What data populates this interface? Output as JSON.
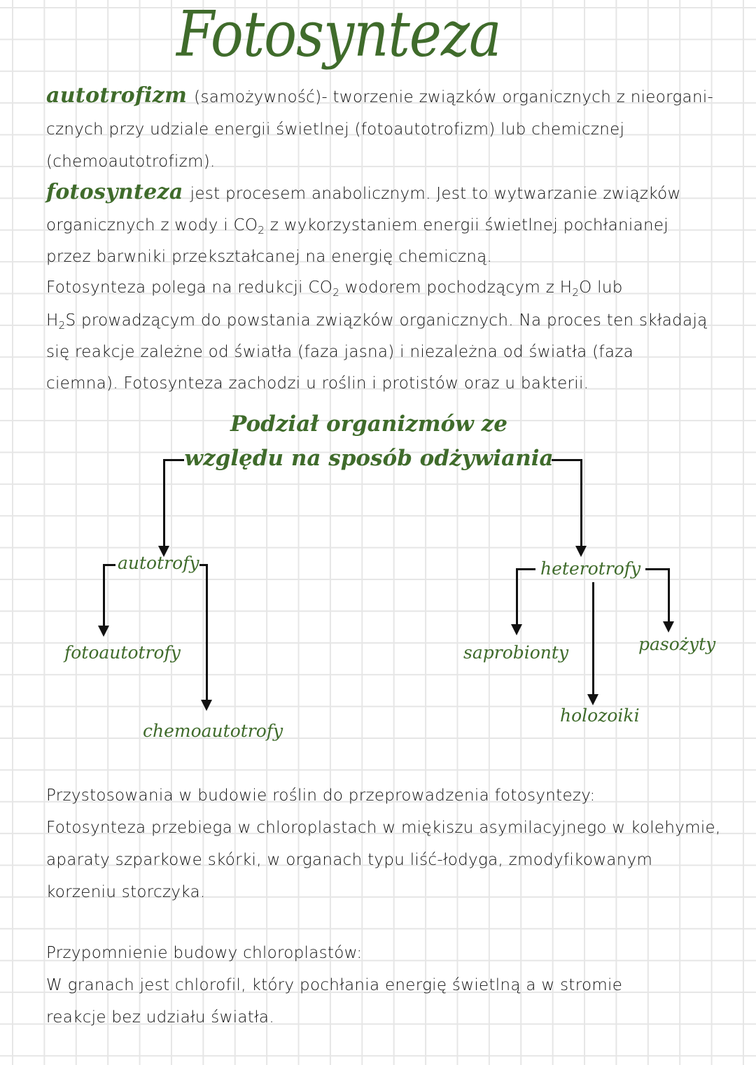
{
  "title": "Fotosynteza",
  "definitions": {
    "autotrofizm": {
      "term": "autotrofizm",
      "line1": "(samożywność)- tworzenie związków organicznych z nieorgani-",
      "line2": "cznych przy udziale energii świetlnej (fotoautotrofizm) lub chemicznej",
      "line3": "(chemoautotrofizm)."
    },
    "fotosynteza": {
      "term": "fotosynteza",
      "line1": "jest procesem anabolicznym. Jest to wytwarzanie związków",
      "line2_a": "organicznych z wody i CO",
      "line2_sub": "2",
      "line2_b": " z wykorzystaniem energii świetlnej pochłanianej",
      "line3": "przez barwniki przekształcanej na energię chemiczną."
    }
  },
  "paragraph": {
    "line1_a": "Fotosynteza polega na redukcji CO",
    "line1_sub1": "2",
    "line1_b": " wodorem pochodzącym z H",
    "line1_sub2": "2",
    "line1_c": "O lub",
    "line2_a": "H",
    "line2_sub": "2",
    "line2_b": "S prowadzącym do powstania związków organicznych. Na proces ten składają",
    "line3": "się reakcje zależne od światła (faza jasna) i niezależna od światła (faza",
    "line4": "ciemna). Fotosynteza zachodzi u roślin i protistów oraz u bakterii."
  },
  "diagram": {
    "heading_line1": "Podział organizmów ze",
    "heading_line2": "względu na sposób odżywiania",
    "nodes": {
      "autotrofy": "autotrofy",
      "fotoautotrofy": "fotoautotrofy",
      "chemoautotrofy": "chemoautotrofy",
      "heterotrofy": "heterotrofy",
      "saprobionty": "saprobionty",
      "holozoiki": "holozoiki",
      "pasozyty": "pasożyty"
    },
    "line_color": "#111111",
    "node_color": "#3f6b2b"
  },
  "adaptations": {
    "line1": "Przystosowania w budowie roślin do przeprowadzenia fotosyntezy:",
    "line2": "Fotosynteza przebiega w chloroplastach w miękiszu asymilacyjnego w kolehymie,",
    "line3": "aparaty szparkowe skórki, w organach typu liść-łodyga, zmodyfikowanym",
    "line4": "korzeniu storczyka."
  },
  "chloroplasts": {
    "line1": "Przypomnienie budowy chloroplastów:",
    "line2": "W granach jest chlorofil, który pochłania energię świetlną a w stromie",
    "line3": "reakcje bez udziału światła."
  },
  "colors": {
    "accent_green": "#3f6b2b",
    "ink": "#111111",
    "grid": "#e6e6e6"
  }
}
